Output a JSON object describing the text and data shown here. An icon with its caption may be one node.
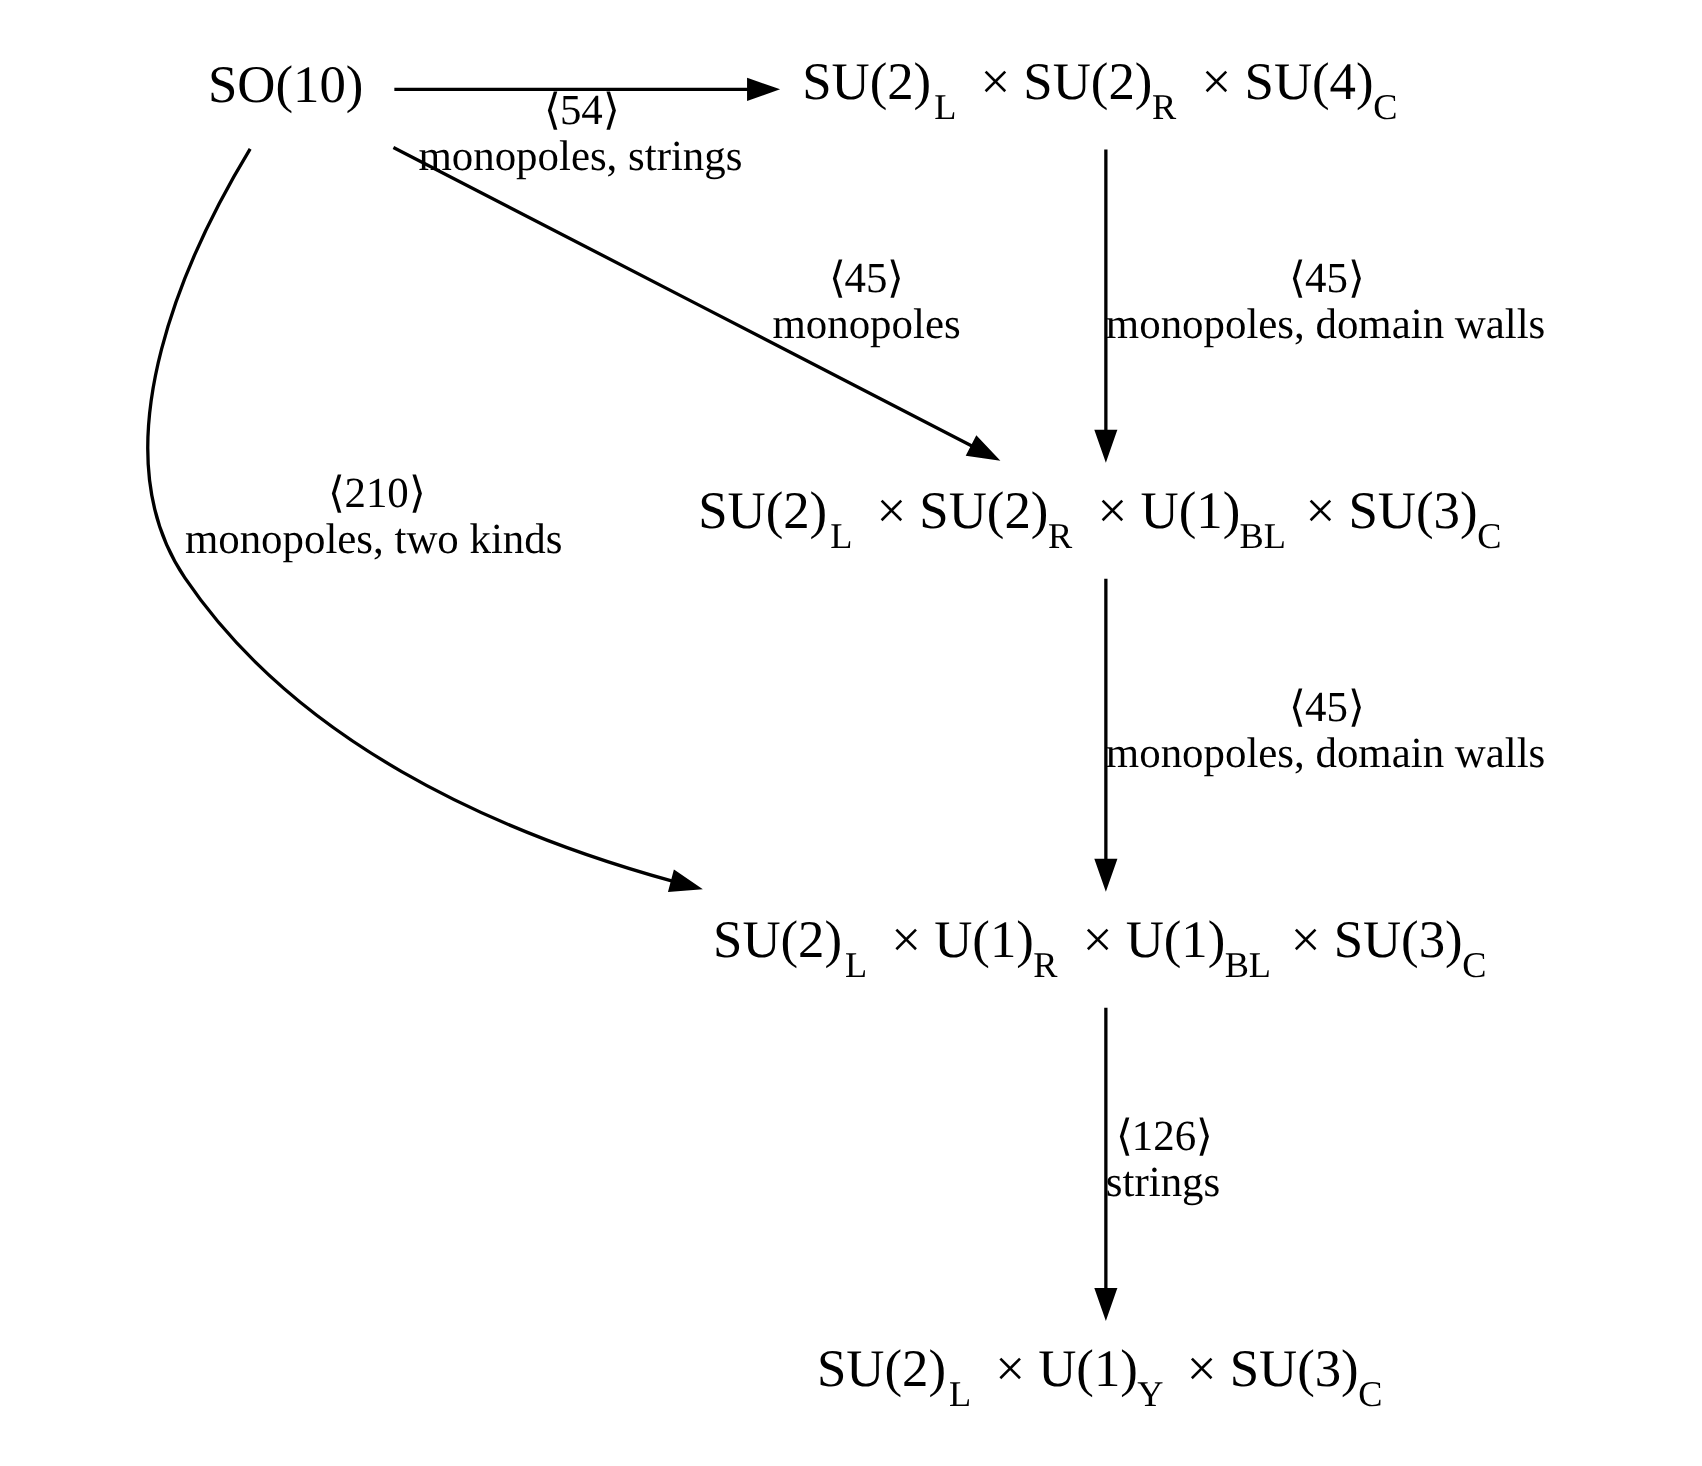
{
  "diagram": {
    "nodes": [
      {
        "text": [
          "SO(10)"
        ]
      },
      {
        "text": [
          "SU(2)$_{L}$ × SU(2)$_{R}$ × SU(4)$_{C}$"
        ]
      },
      {
        "text": [
          "SU(2)$_{L}$ × SU(2)$_{R}$ × U(1)$_{BL}$ × SU(3)$_{C}$"
        ]
      },
      {
        "text": [
          "SU(2)$_{L}$ × U(1)$_{R}$ × U(1)$_{BL}$ × SU(3)$_{C}$"
        ]
      },
      {
        "text": [
          "SU(2)$_{L}$ × U(1)$_{Y}$ × SU(3)$_{C}$"
        ]
      }
    ],
    "edges": [
      {
        "from": 0,
        "to": 1,
        "arrow": "to",
        "label": "⟨54⟩ monopoles, strings"
      },
      {
        "from": 1,
        "to": 2,
        "arrow": "to",
        "label": "⟨45⟩ monopoles, domain walls"
      },
      {
        "from": 0,
        "to": 2,
        "arrow": "to",
        "label": "⟨45⟩ monopoles"
      },
      {
        "from": 2,
        "to": 3,
        "arrow": "to",
        "label": "⟨45⟩ monopoles, domain walls"
      },
      {
        "from": 0,
        "to": 3,
        "arrow": "to",
        "label": "⟨210⟩ monopoles, two kinds"
      },
      {
        "from": 3,
        "to": 4,
        "arrow": "to",
        "label": "⟨126⟩ strings"
      }
    ]
  }
}
